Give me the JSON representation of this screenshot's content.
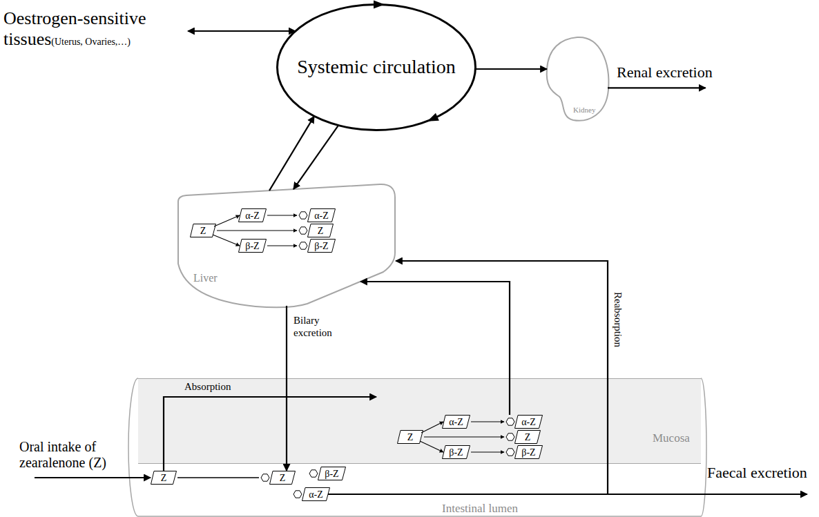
{
  "diagram": {
    "nodes": [
      {
        "text": [
          "Oestrogen-sensitive tissues",
          "(Uterus, Ovaries,…)"
        ]
      },
      {
        "text": [
          "Systemic circulation"
        ]
      },
      {
        "text": [
          "Kidney"
        ]
      },
      {
        "text": [
          "Renal excretion"
        ]
      },
      {
        "text": [
          "Liver"
        ]
      },
      {
        "text": [
          "α-Z"
        ],
        "in": 4
      },
      {
        "text": [
          "α-Z"
        ],
        "in": 4
      },
      {
        "text": [
          "Z"
        ],
        "in": 4
      },
      {
        "text": [
          "Z"
        ],
        "in": 4
      },
      {
        "text": [
          "β-Z"
        ],
        "in": 4
      },
      {
        "text": [
          "β-Z"
        ],
        "in": 4
      },
      {
        "text": [
          "Mucosa"
        ]
      },
      {
        "text": [
          "α-Z"
        ],
        "in": 11
      },
      {
        "text": [
          "α-Z"
        ],
        "in": 11
      },
      {
        "text": [
          "Z"
        ],
        "in": 11
      },
      {
        "text": [
          "Z"
        ],
        "in": 11
      },
      {
        "text": [
          "β-Z"
        ],
        "in": 11
      },
      {
        "text": [
          "β-Z"
        ],
        "in": 11
      },
      {
        "text": [
          "Intestinal lumen"
        ]
      },
      {
        "text": [
          "Z"
        ],
        "in": 18
      },
      {
        "text": [
          "Z"
        ],
        "in": 18
      },
      {
        "text": [
          "β-Z"
        ],
        "in": 18
      },
      {
        "text": [
          "α-Z"
        ],
        "in": 18
      },
      {
        "text": [
          "Oral intake of zearalenone (Z)"
        ]
      },
      {
        "text": [
          "Faecal excretion"
        ]
      }
    ],
    "edges": [
      {
        "from": 1,
        "to": 0,
        "arrow": "both"
      },
      {
        "from": 1,
        "to": 2,
        "arrow": "to"
      },
      {
        "from": 2,
        "to": 3,
        "arrow": "to"
      },
      {
        "from": 4,
        "to": 1,
        "arrow": "to"
      },
      {
        "from": 1,
        "to": 4,
        "arrow": "to"
      },
      {
        "from": 7,
        "to": 5,
        "arrow": "to"
      },
      {
        "from": 5,
        "to": 6,
        "arrow": "to"
      },
      {
        "from": 7,
        "to": 8,
        "arrow": "to"
      },
      {
        "from": 7,
        "to": 9,
        "arrow": "to"
      },
      {
        "from": 9,
        "to": 10,
        "arrow": "to"
      },
      {
        "from": 14,
        "to": 12,
        "arrow": "to"
      },
      {
        "from": 12,
        "to": 13,
        "arrow": "to"
      },
      {
        "from": 14,
        "to": 15,
        "arrow": "to"
      },
      {
        "from": 14,
        "to": 16,
        "arrow": "to"
      },
      {
        "from": 16,
        "to": 17,
        "arrow": "to"
      },
      {
        "from": 19,
        "to": 20,
        "arrow": "none"
      },
      {
        "from": 23,
        "to": 19,
        "arrow": "to"
      },
      {
        "from": 19,
        "to": 14,
        "arrow": "to",
        "label": "Absorption"
      },
      {
        "from": 4,
        "to": 20,
        "arrow": "to",
        "label": "Bilary excretion"
      },
      {
        "from": 13,
        "to": 4,
        "arrow": "to"
      },
      {
        "from": 18,
        "to": 4,
        "arrow": "to",
        "label": "Reabsorption"
      },
      {
        "from": 22,
        "to": 24,
        "arrow": "to"
      }
    ]
  }
}
